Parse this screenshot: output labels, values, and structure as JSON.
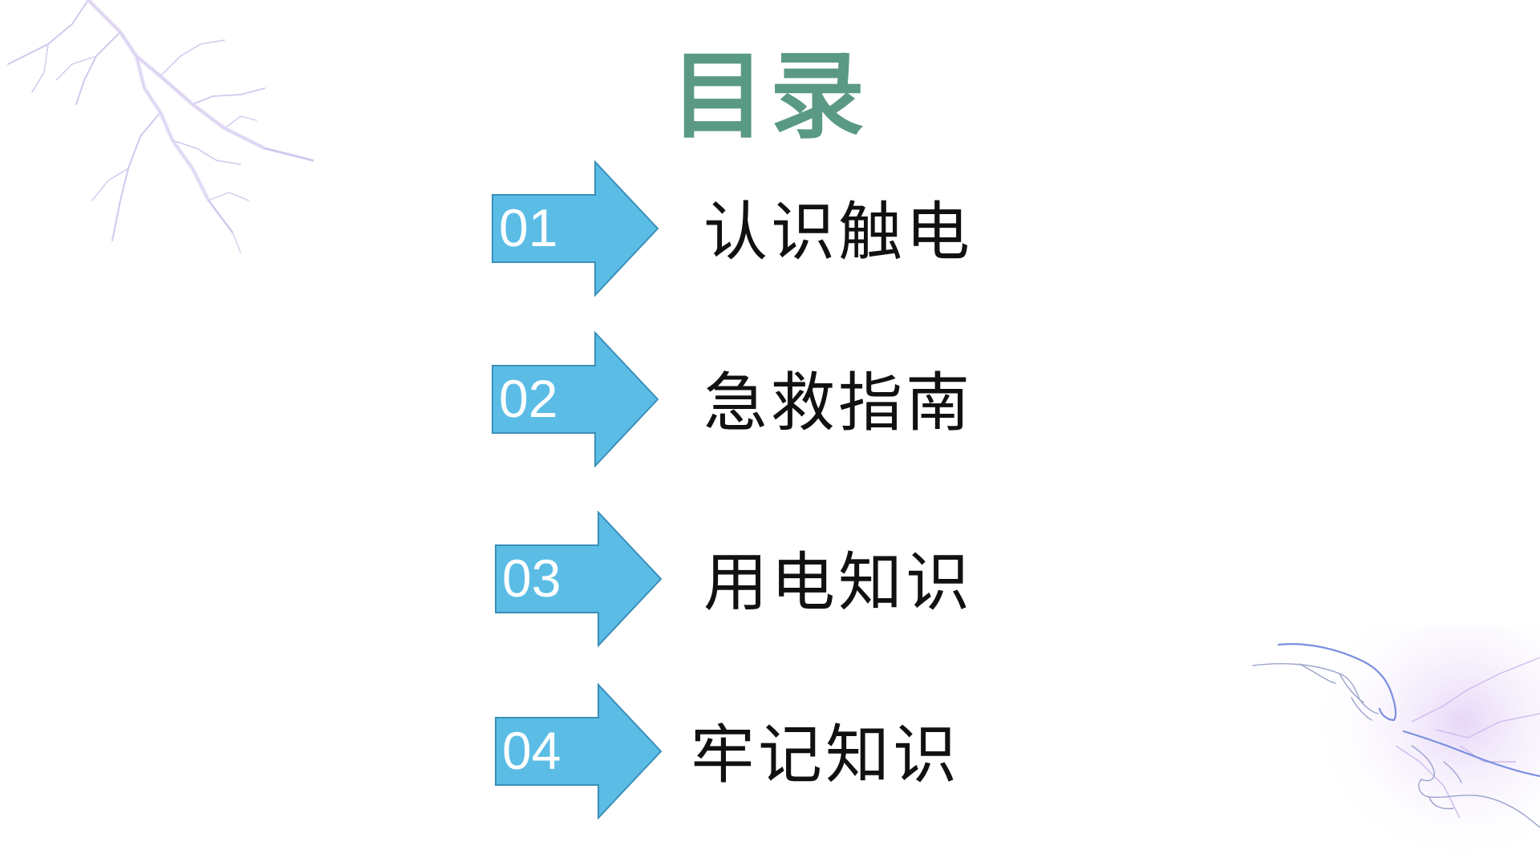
{
  "slide": {
    "title": "目录",
    "items": [
      {
        "number": "01",
        "label": "认识触电"
      },
      {
        "number": "02",
        "label": "急救指南"
      },
      {
        "number": "03",
        "label": "用电知识"
      },
      {
        "number": "04",
        "label": "牢记知识"
      }
    ]
  },
  "colors": {
    "title": "#5a9985",
    "arrow_fill": "#5bbde6",
    "arrow_stroke": "#3a8fb8",
    "label_text": "#111111",
    "number_text": "#ffffff",
    "decoration": "#b9a6e0"
  },
  "icons": {
    "top_left_decoration": "lightning-icon",
    "bottom_right_decoration": "touching-hands-icon"
  }
}
